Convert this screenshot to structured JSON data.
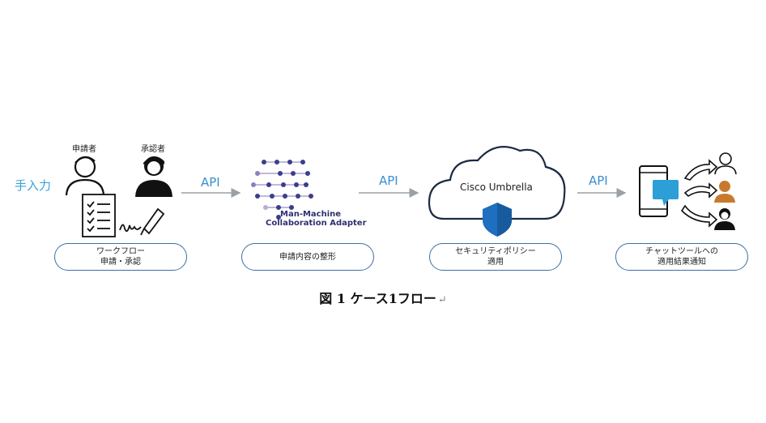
{
  "figure": {
    "manual_input": "手入力",
    "applicant_label": "申請者",
    "approver_label": "承認者",
    "api_labels": [
      "API",
      "API",
      "API"
    ],
    "adapter_name_line1": "Man-Machine",
    "adapter_name_line2": "Collaboration Adapter",
    "cloud_label": "Cisco Umbrella",
    "steps": [
      {
        "line1": "ワークフロー",
        "line2": "申請・承認"
      },
      {
        "line1": "申請内容の整形",
        "line2": ""
      },
      {
        "line1": "セキュリティポリシー",
        "line2": "適用"
      },
      {
        "line1": "チャットツールへの",
        "line2": "適用結果通知"
      }
    ],
    "caption": "図 1 ケース1フロー",
    "caption_return_mark": "↵"
  },
  "colors": {
    "accent_blue": "#3aa0d8",
    "pill_border": "#3d6fa5",
    "adapter_dark": "#2e3070",
    "shield_blue": "#1f6fc0",
    "person_orange": "#c77a2e"
  }
}
